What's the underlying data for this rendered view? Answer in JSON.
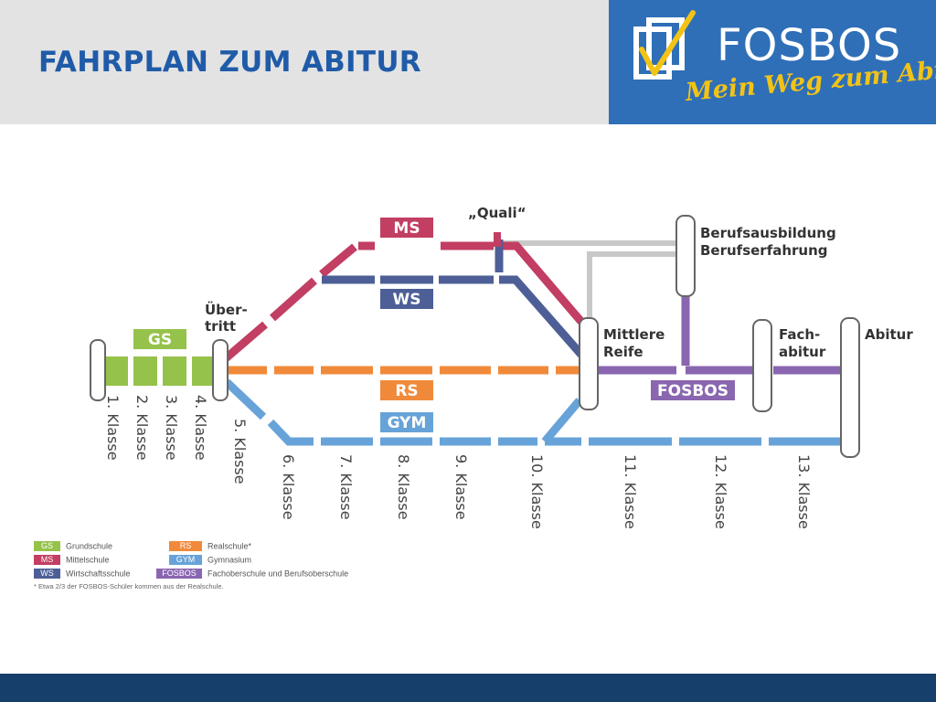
{
  "header": {
    "title": "FAHRPLAN ZUM ABITUR"
  },
  "logo": {
    "name": "FOSBOS",
    "slogan": "Mein Weg zum Abitur!"
  },
  "colors": {
    "GS": "#95c24a",
    "MS": "#c23e62",
    "WS": "#4d5f96",
    "RS": "#f08a3a",
    "GYM": "#67a3d8",
    "FOSBOS": "#8a66b0",
    "gray": "#c8c8c8",
    "title": "#1f5ba8"
  },
  "diagram": {
    "line_labels": {
      "GS": "GS",
      "MS": "MS",
      "WS": "WS",
      "RS": "RS",
      "GYM": "GYM",
      "FOSBOS": "FOSBOS"
    },
    "station_labels": {
      "uebertritt": [
        "Über-",
        "tritt"
      ],
      "quali": "„Quali“",
      "berufsausbildung": [
        "Berufsausbildung",
        "Berufserfahrung"
      ],
      "mittlere_reife": [
        "Mittlere",
        "Reife"
      ],
      "fachabitur": [
        "Fach-",
        "abitur"
      ],
      "abitur": "Abitur"
    },
    "grades": [
      "1. Klasse",
      "2. Klasse",
      "3. Klasse",
      "4. Klasse",
      "5. Klasse",
      "6. Klasse",
      "7. Klasse",
      "8. Klasse",
      "9. Klasse",
      "10. Klasse",
      "11. Klasse",
      "12. Klasse",
      "13. Klasse"
    ]
  },
  "legend": {
    "items": [
      {
        "abbr": "GS",
        "label": "Grundschule",
        "color": "#95c24a"
      },
      {
        "abbr": "MS",
        "label": "Mittelschule",
        "color": "#c23e62"
      },
      {
        "abbr": "WS",
        "label": "Wirtschaftsschule",
        "color": "#4d5f96"
      },
      {
        "abbr": "RS",
        "label": "Realschule*",
        "color": "#f08a3a"
      },
      {
        "abbr": "GYM",
        "label": "Gymnasium",
        "color": "#67a3d8"
      },
      {
        "abbr": "FOSBOS",
        "label": "Fachoberschule und Berufsoberschule",
        "color": "#8a66b0"
      }
    ],
    "footnote": "* Etwa 2/3 der FOSBOS-Schüler kommen aus der Realschule."
  }
}
